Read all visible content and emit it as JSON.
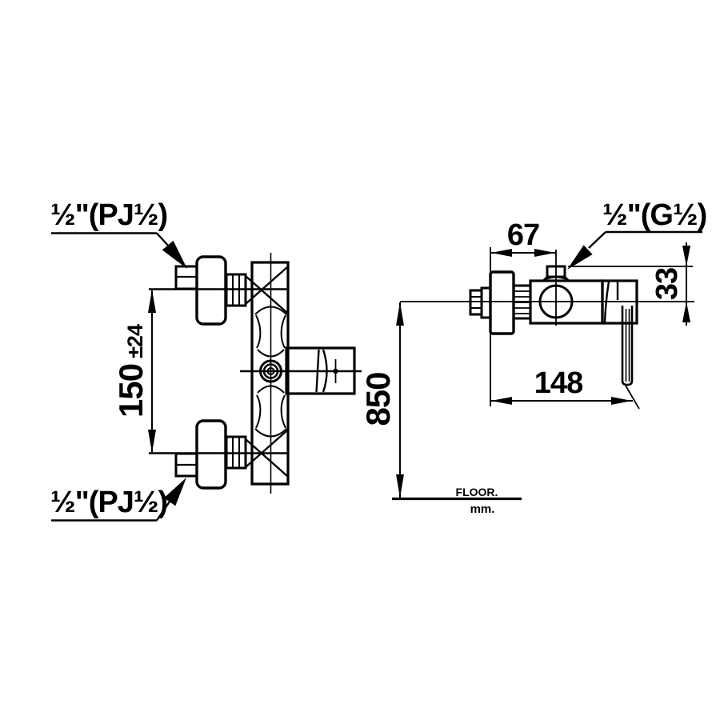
{
  "front_view": {
    "dim_height": {
      "value": "150",
      "tolerance": "±24"
    },
    "label_top_inlet": "½\"(PJ½)",
    "label_bottom_inlet": "½\"(PJ½)"
  },
  "side_view": {
    "dim_depth_top": "67",
    "dim_outlet_offset": "33",
    "dim_total_depth": "148",
    "dim_mount_height": "850",
    "label_outlet": "½\"(G½)"
  },
  "floor": {
    "label": "FLOOR.",
    "unit": "mm."
  },
  "colors": {
    "line": "#000000",
    "background": "#ffffff"
  }
}
